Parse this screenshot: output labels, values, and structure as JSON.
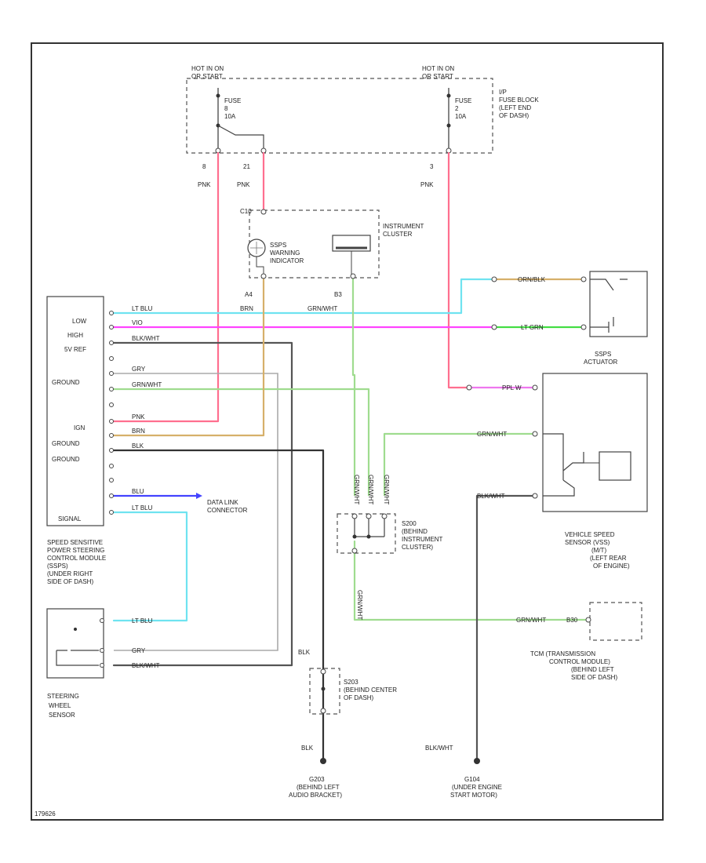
{
  "colors": {
    "pink": "#ff6f8f",
    "light_blue": "#6fe3f0",
    "violet": "#ff44ff",
    "black_white": "#555555",
    "gray": "#aaaaaa",
    "green_white": "#9fdc8f",
    "brown": "#d6b06a",
    "black": "#333333",
    "blue": "#4444ff",
    "light_green": "#44dd44",
    "purple_w": "#ee77ee"
  },
  "fuse_top": {
    "hot_left": "HOT IN ON",
    "hot_left_2": "OR START",
    "hot_right": "HOT IN ON",
    "hot_right_2": "OR START",
    "fuse1_a": "FUSE",
    "fuse1_b": "8",
    "fuse1_c": "10A",
    "fuse2_a": "FUSE",
    "fuse2_b": "2",
    "fuse2_c": "10A",
    "block_1": "I/P",
    "block_2": "FUSE BLOCK",
    "block_3": "(LEFT END",
    "block_4": "OF DASH)"
  },
  "wire_labels": {
    "pin8": "8",
    "pin21": "21",
    "pin3": "3",
    "pnk1": "PNK",
    "pnk2": "PNK",
    "pnk3": "PNK"
  },
  "cluster": {
    "pin_top": "C10",
    "label_1": "INSTRUMENT",
    "label_2": "CLUSTER",
    "ind_1": "SSPS",
    "ind_2": "WARNING",
    "ind_3": "INDICATOR",
    "pin_a4": "A4",
    "pin_b3": "B3",
    "brn": "BRN",
    "grn_wht": "GRN/WHT"
  },
  "module": {
    "low": "LOW",
    "high": "HIGH",
    "ref": "5V REF",
    "ground1": "GROUND",
    "ign": "IGN",
    "ground2": "GROUND",
    "ground3": "GROUND",
    "signal": "SIGNAL",
    "caption_1": "SPEED SENSITIVE",
    "caption_2": "POWER STEERING",
    "caption_3": "CONTROL MODULE",
    "caption_4": "(SSPS)",
    "caption_5": "(UNDER RIGHT",
    "caption_6": "SIDE OF DASH)"
  },
  "module_wires": {
    "lt_blu": "LT BLU",
    "vio": "VIO",
    "blk_wht": "BLK/WHT",
    "gry": "GRY",
    "grn_wht": "GRN/WHT",
    "pnk": "PNK",
    "brn": "BRN",
    "blk": "BLK",
    "blu": "BLU",
    "lt_blu2": "LT BLU",
    "dlc_1": "DATA LINK",
    "dlc_2": "CONNECTOR"
  },
  "solenoid": {
    "wire_a": "ORN/BLK",
    "wire_b": "LT GRN"
  },
  "actuator": {
    "title_1": "SSPS",
    "title_2": "ACTUATOR",
    "ppl_w": "PPL W",
    "grn_wht": "GRN/WHT",
    "blk_wht": "BLK/WHT",
    "vss_1": "VEHICLE SPEED",
    "vss_2": "SENSOR (VSS)",
    "vss_3": "(M/T)",
    "vss_4": "(LEFT REAR",
    "vss_5": "OF ENGINE)"
  },
  "splice": {
    "g1": "GRN/WHT",
    "g2": "GRN/WHT",
    "g3": "GRN/WHT",
    "s_1": "S200",
    "s_2": "(BEHIND",
    "s_3": "INSTRUMENT",
    "s_4": "CLUSTER)",
    "down": "GRN/WHT"
  },
  "tcm": {
    "wire": "GRN/WHT",
    "pin": "B30",
    "l1": "TCM (TRANSMISSION",
    "l2": "CONTROL MODULE)",
    "l3": "(BEHIND LEFT",
    "l4": "SIDE OF DASH)"
  },
  "steering_sensor": {
    "w1": "LT BLU",
    "w2": "GRY",
    "w3": "BLK/WHT",
    "c1": "STEERING",
    "c2": "WHEEL",
    "c3": "SENSOR"
  },
  "ground_splice": {
    "blk_top": "BLK",
    "s_1": "S203",
    "s_2": "(BEHIND CENTER",
    "s_3": "OF DASH)",
    "blk_bot": "BLK"
  },
  "grounds": {
    "g1_1": "G203",
    "g1_2": "(BEHIND LEFT",
    "g1_3": "AUDIO BRACKET)",
    "blk_wht": "BLK/WHT",
    "g2_1": "G104",
    "g2_2": "(UNDER ENGINE",
    "g2_3": "START MOTOR)"
  },
  "footer_code": "179626"
}
